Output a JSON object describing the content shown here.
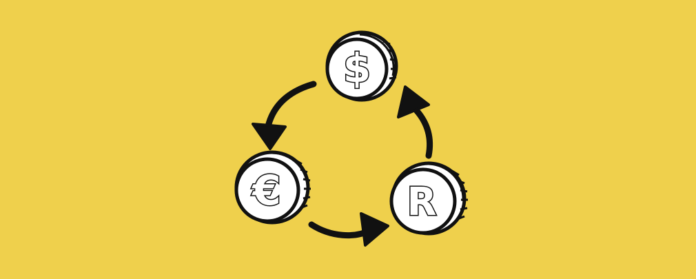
{
  "colors": {
    "background": "#efd04c",
    "ink": "#111111",
    "coin_face": "#ffffff"
  },
  "coins": [
    {
      "name": "dollar",
      "symbol": "$"
    },
    {
      "name": "euro",
      "symbol": "€"
    },
    {
      "name": "rand",
      "symbol": "R"
    }
  ],
  "cycle": [
    "dollar",
    "euro",
    "rand",
    "dollar"
  ]
}
